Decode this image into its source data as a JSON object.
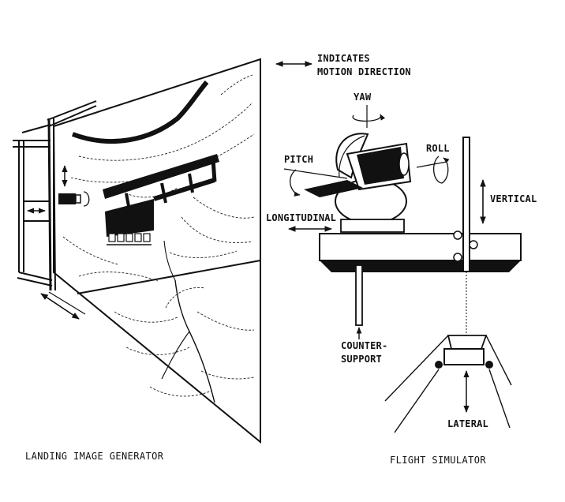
{
  "legend": {
    "line1": "INDICATES",
    "line2": "MOTION DIRECTION"
  },
  "labels": {
    "yaw": "YAW",
    "pitch": "PITCH",
    "roll": "ROLL",
    "vertical": "VERTICAL",
    "longitudinal": "LONGITUDINAL",
    "counter_support_1": "COUNTER-",
    "counter_support_2": "SUPPORT",
    "lateral": "LATERAL"
  },
  "captions": {
    "left": "LANDING IMAGE GENERATOR",
    "right": "FLIGHT SIMULATOR"
  },
  "colors": {
    "ink": "#111111",
    "paper": "#ffffff"
  }
}
